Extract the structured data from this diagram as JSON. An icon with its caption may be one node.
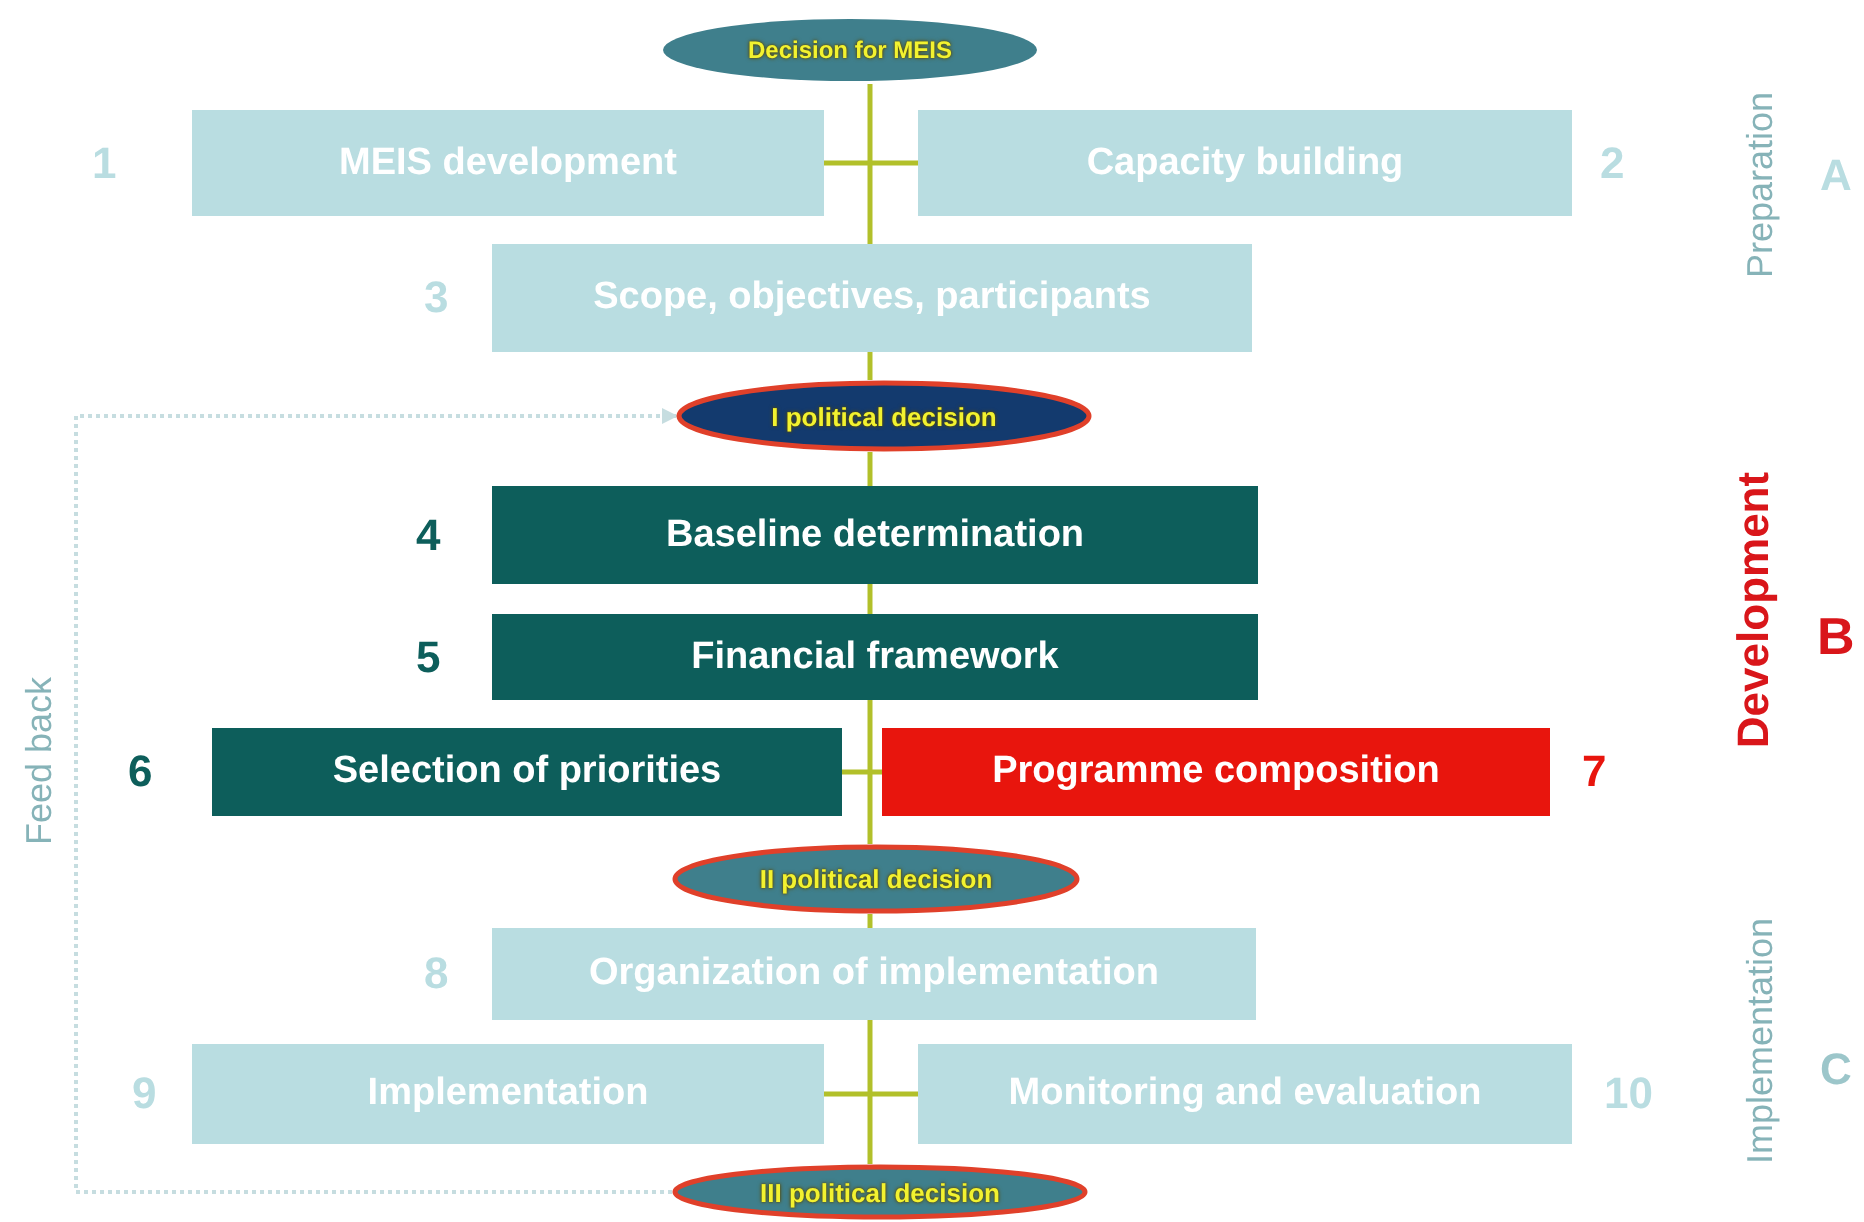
{
  "diagram": {
    "nodes": [
      {
        "text": [
          "Decision for MEIS"
        ]
      },
      {
        "text": [
          "MEIS development"
        ],
        "beside": [
          "1"
        ]
      },
      {
        "text": [
          "Capacity building"
        ],
        "beside": [
          "2"
        ]
      },
      {
        "text": [
          "Scope, objectives, participants"
        ],
        "beside": [
          "3"
        ]
      },
      {
        "text": [
          "I political decision"
        ]
      },
      {
        "text": [
          "Baseline determination"
        ],
        "beside": [
          "4"
        ]
      },
      {
        "text": [
          "Financial framework"
        ],
        "beside": [
          "5"
        ]
      },
      {
        "text": [
          "Selection of priorities"
        ],
        "beside": [
          "6"
        ]
      },
      {
        "text": [
          "Programme composition"
        ],
        "beside": [
          "7"
        ]
      },
      {
        "text": [
          "II political decision"
        ]
      },
      {
        "text": [
          "Organization of implementation"
        ],
        "beside": [
          "8"
        ]
      },
      {
        "text": [
          "Implementation"
        ],
        "beside": [
          "9"
        ]
      },
      {
        "text": [
          "Monitoring and evaluation"
        ],
        "beside": [
          "10"
        ]
      },
      {
        "text": [
          "III political decision"
        ]
      }
    ],
    "edges": [
      {
        "from": 0,
        "to": 3,
        "arrow": "none"
      },
      {
        "from": 1,
        "to": 2,
        "arrow": "none"
      },
      {
        "from": 3,
        "to": 4,
        "arrow": "none"
      },
      {
        "from": 4,
        "to": 5,
        "arrow": "none"
      },
      {
        "from": 5,
        "to": 6,
        "arrow": "none"
      },
      {
        "from": 6,
        "to": 9,
        "arrow": "none"
      },
      {
        "from": 7,
        "to": 8,
        "arrow": "none"
      },
      {
        "from": 9,
        "to": 10,
        "arrow": "none"
      },
      {
        "from": 10,
        "to": 13,
        "arrow": "none"
      },
      {
        "from": 11,
        "to": 12,
        "arrow": "none"
      },
      {
        "from": 13,
        "to": 4,
        "arrow": "to",
        "label": "Feed back",
        "style": "dashed",
        "color": "#c6dde0"
      }
    ],
    "labels": [
      "Preparation",
      "A",
      "Development",
      "B",
      "Implementation",
      "C"
    ]
  }
}
